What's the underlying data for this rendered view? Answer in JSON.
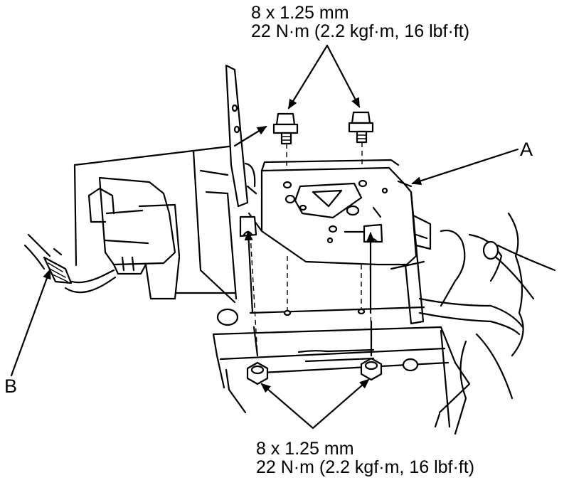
{
  "callouts": {
    "top": {
      "spec": "8 x 1.25 mm",
      "torque": "22 N·m (2.2 kgf·m, 16 lbf·ft)"
    },
    "bottom": {
      "spec": "8 x 1.25 mm",
      "torque": "22 N·m (2.2 kgf·m, 16 lbf·ft)"
    }
  },
  "labels": {
    "a": "A",
    "b": "B"
  }
}
